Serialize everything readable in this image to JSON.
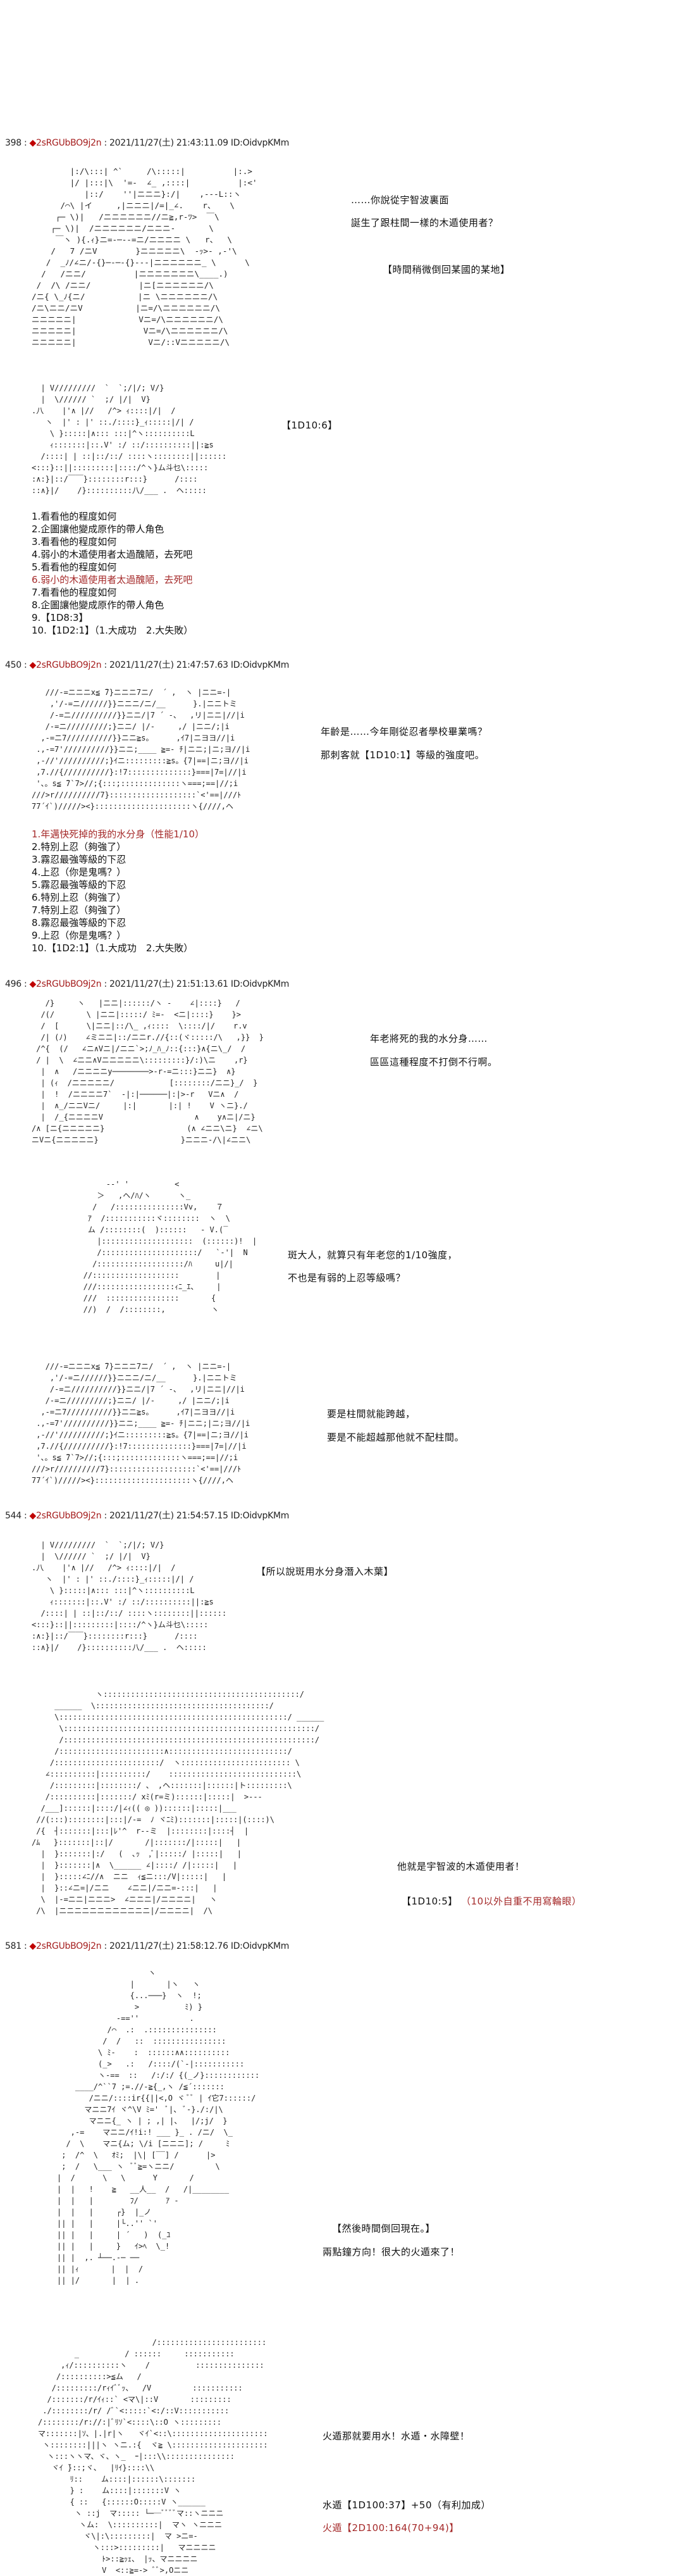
{
  "posts": [
    {
      "num": "398",
      "sep": " : ",
      "trip": "2sRGUbBO9j2n",
      "date": " : 2021/11/27(土) 21:43:11.09 ID:OidvpKMm"
    },
    {
      "num": "450",
      "sep": " : ",
      "trip": "2sRGUbBO9j2n",
      "date": " : 2021/11/27(土) 21:47:57.63 ID:OidvpKMm"
    },
    {
      "num": "496",
      "sep": " : ",
      "trip": "2sRGUbBO9j2n",
      "date": " : 2021/11/27(土) 21:51:13.61 ID:OidvpKMm"
    },
    {
      "num": "544",
      "sep": " : ",
      "trip": "2sRGUbBO9j2n",
      "date": " : 2021/11/27(土) 21:54:57.15 ID:OidvpKMm"
    },
    {
      "num": "581",
      "sep": " : ",
      "trip": "2sRGUbBO9j2n",
      "date": " : 2021/11/27(土) 21:58:12.76 ID:OidvpKMm"
    }
  ],
  "diamond": "◆",
  "dialogue": {
    "p398_1": "……你說從宇智波裏面",
    "p398_2": "誕生了跟柱間一樣的木遁使用者？",
    "p398_3": "【時間稍微倒回某國的某地】",
    "p398_roll": "【1D10:6】",
    "p450_1": "年齡是……今年剛從忍者學校畢業嗎？",
    "p450_2": "那刺客就【1D10:1】等級的強度吧。",
    "p496_1": "年老將死的我的水分身……",
    "p496_2": "區區這種程度不打倒不行啊。",
    "p496_3": "斑大人，就算只有年老您的1/10強度，",
    "p496_4": "不也是有弱的上忍等級嗎？",
    "p496_5": "要是柱間就能跨越，",
    "p496_6": "要是不能超越那他就不配柱間。",
    "p544_1": "【所以說斑用水分身潛入木葉】",
    "p544_2": "他就是宇智波的木遁使用者！",
    "p544_roll": "【1D10:5】",
    "p544_note": "（10以外自重不用寫輪眼）",
    "p581_1": "【然後時間倒回現在。】",
    "p581_2": "兩點鐘方向！很大的火遁來了！",
    "p581_3": "火遁那就要用水！水遁・水障壁！",
    "p581_4": "水遁【1D100:37】+50（有利加成）",
    "p581_5": "火遁【2D100:164(70+94)】"
  },
  "list398": [
    "1.看看他的程度如何",
    "2.企圖讓他變成原作的帶人角色",
    "3.看看他的程度如何",
    "4.弱小的木遁使用者太過醜陋，去死吧",
    "5.看看他的程度如何",
    "6.弱小的木遁使用者太過醜陋，去死吧",
    "7.看看他的程度如何",
    "8.企圖讓他變成原作的帶人角色",
    "9.【1D8:3】",
    "10.【1D2:1】（1.大成功　2.大失敗）"
  ],
  "list450": [
    "1.年邁快死掉的我的水分身（性能1/10）",
    "2.特別上忍（夠強了）",
    "3.霧忍最強等級的下忍",
    "4.上忍（你是鬼嗎？）",
    "5.霧忍最強等級的下忍",
    "6.特別上忍（夠強了）",
    "7.特別上忍（夠強了）",
    "8.霧忍最強等級的下忍",
    "9.上忍（你是鬼嗎？）",
    "10.【1D2:1】（1.大成功　2.大失敗）"
  ],
  "art": {
    "a1": "        |:/\\:::| ^`     /\\:::::|          |:.>\n        |/ |:::|\\  '=-  ∠_ ,::::|          |:<'\n           |::/    ''|ニニニ}:/|    ,---L::ヽ\n      /⌒\\ |イ     ,|ニニニ|/=|_∠.    r、   \\\n     ┌─ \\)|   /ニニニニニニ//ニ≧,r‐ﾂ>  ￣\\\n    ┌─ \\)|  /ニニニニニニ/ニニニ-       \\\n     ￣ヽ ){.ｨ}ニ=-─‐-=ニ/ニニニニ \\   r、  \\\n    /   7 /ニV        }ニニニニニ\\  -ｯ>- ,-'\\\n   /  _ﾉ/∠ニ/-{}─‐─-{}---|ニニニニニニ_ \\      \\\n  /   /ニニ/          |ニニニニニニニ\\____.)\n /  /\\ /ニニ/          |ニ[ニニニニニニ/\\\n/ニ{ \\_ﾉ{ニ/           |ニ \\ニニニニニニ/\\\n/ニ\\ニニ/ニV           |ニ=/\\ニニニニニニ/\\\nニニニニニ|             Vニ=/\\ニニニニニニ/\\\nニニニニニ|              Vニ=/\\ニニニニニニ/\\\nニニニニニ|               Vニ/::Vニニニニニ/\\",
    "a2": "  | V/////////  `  `;/|/; V/}\n  |  \\////// `  ;/ |/|  V}\n.八    |'∧ |//   /^> ｨ::::|/|  /\n   ヽ  |' : |' ::./::::}_ｨ:::::|/| /\n    \\ }:::::|∧::: :::|^ヽ::::::::::L\n    ｨ:::::::|::.V' :/ ::/::::::::::||:≧s\n  /::::| | ::|::/::/ ::::ヽ::::::::||::::::\n<:::}::||:::::::::|::::/^ヽ}ム斗乜\\:::::\n:∧:}|::/￣￣}::::::::r:::}      /::::\n::∧}|/    /}::::::::::八/___ .  ヘ:::::",
    "a3": "   ///-=ニニニx≦ ̄7}ニニニ7ニ/  ´ ,  ヽ |ニニ=-|\n    ,'/-=ニ//////}}ニニニ/ニ/__      }.|ニニトミ\n    /-=ニ//////////}}ニニ/|7 ´ -、  ,リ|ニニ|//|i\n   /-=ニ/////////;}ニニ/ |/-     ,/ |ニニ/;|i\n  ,-=ニ7//////////}}ニニ≧s。     ,ｲ7|ニヨヨ//|i\n .,-=7'//////////}}ニニ;____ ≧=- ﾁ|ニニ;|ニ;ヨ//|i\n ,-//'//////////;}ｲニ:::::::::≧s。{7|==|ニ;ヨ//|i\n ,7.//{//////////}:!7::::::::::::::}===|7=|//|i\n '、。s≦ ̄7`7>//;{:::;:::::::::::::ヽ===;==|//;i\n///>r//////////7}:::::::::::::::::::`<'==|///ﾄ\n77´ｲ`)/////><}:::::::::::::::::::::ヽ{////,ヘ",
    "a4": "   /}     ヽ   |ニニ|::::::/ヽ -    ∠|::::}   /\n  /(/       \\ |ニニ|:::::/ ﾐ=-  <ニ|::::}    }>\n  /  [      \\|ニニ|::/\\_ ,ｨ::::  \\::::/|/    r.v\n  /| (ﾉ)    ∠ミニニ|::/ニニr.//{::(ヾ:::::/\\   ,}}  }\n /^{  (/   ∠ニ∧Vニ|/ニニ`>;ﾉ_ﾊ_ﾉ::{:::}∧{ニ\\_/  /\n / |  \\  ∠ニニ∧Vニニニニニ\\:::::::::}/:)\\ニ    ,r}\n  |  ∧   /ニニニニy────────>-r-=ニ:::}ニニ}  ∧}\n  | (ｨ  /ニニニニニ/            [::::::::/ニニ}_/  }\n  |  !  /ニニニニ7`  -|:|──────|:|>-r   Vニ∧  /\n  |  ∧_/ニニVニ/     |:|       |:| !    V ヽニ}./\n  |  /_{ニニニニV                    ∧    y∧ニ|/ニ}\n/∧ [ニ{ニニニニニ}                  (∧ ∠ニニ\\ニ}  ∠ニ\\\nニVニ{ニニニニニ}                  }ニニニ-/\\|∠ニニ\\",
    "a5": "        -‐' '          <\n      ＞   ,ヘ/ﾊ/ヽ      ヽ_\n     /   /:::::::::::::::Vv,    ７\n    ｱ  /:::::::::::ヾ::::::::  ヽ  \\\n    ム /::::::::(  )::::::   ‐ V.(‾\n      |::::::::::::::::::::  (::::::)!  |\n      /:::::::::::::::::::::/   `-'|  N\n     /:::::::::::::::::::/ﾊ     u|/|\n   //:::::::::::::::::::        |\n   ///:::::::::::::::::ｨﾆ_ｴ、    |\n   ///  ::::::::::::::::       {\n   //)  /  /::::::::,          ヽ",
    "a6": "   ///-=ニニニx≦ ̄7}ニニニ7ニ/  ´ ,  ヽ |ニニ=-|\n    ,'/-=ニ//////}}ニニニ/ニ/__      }.|ニニトミ\n    /-=ニ//////////}}ニニ/|7 ´ -、  ,リ|ニニ|//|i\n   /-=ニ/////////;}ニニ/ |/-     ,/ |ニニ/;|i\n  ,-=ニ7//////////}}ニニ≧s。     ,ｲ7|ニヨヨ//|i\n .,-=7'//////////}}ニニ;____ ≧=- ﾁ|ニニ;|ニ;ヨ//|i\n ,-//'//////////;}ｲニ:::::::::≧s。{7|==|ニ;ヨ//|i\n ,7.//{//////////}:!7::::::::::::::}===|7=|//|i\n '、。s≦ ̄7`7>//;{:::;:::::::::::::ヽ===;==|//;i\n///>r//////////7}:::::::::::::::::::`<'==|///ﾄ\n77´ｲ`)/////><}:::::::::::::::::::::ヽ{////,ヘ",
    "a7": "  | V/////////  `  `;/|/; V/}\n  |  \\////// `  ;/ |/|  V}\n.八    |'∧ |//   /^> ｨ::::|/|  /\n   ヽ  |' : |' ::./::::}_ｨ:::::|/| /\n    \\ }:::::|∧::: :::|^ヽ::::::::::L\n    ｨ:::::::|::.V' :/ ::/::::::::::||:≧s\n  /::::| | ::|::/::/ ::::ヽ::::::::||::::::\n<:::}::||:::::::::|::::/^ヽ}ム斗乜\\:::::\n:∧:}|::/￣￣}::::::::r:::}      /::::\n::∧}|/    /}::::::::::八/___ .  ヘ:::::",
    "a8": "              ヽ:::::::::::::::::::::::::::::::::::::::::::/\n     ______  \\::::::::::::::::::::::::::::::::::::::/\n     \\::::::::::::::::::::::::::::::::::::::::::::::::::/ ______\n      \\:::::::::::::::::::::::::::::::::::::::::::::::::::::::/\n      /:::::::::::::::::::::::::::::::::::::::::::::::::::::::/\n     /:::::::::::::::::::::::∧::::::::::::::::::::::::::/\n    /:::::::::::::::::::::::/  ヽ:::::::::::::::::::::::: \\\n   ∠::::::::::|::::::::::/    ::::::::::::::::::::::::::::\\\n    /:::::::::|::::::::/ 、 ,ヘ:::::::|::::::|ト:::::::::\\\n   /::::::::::|:::::::/ xﾐ(r=ミ)::::::|:::::|  >---\n  /___]::::::|::::/|∠ｨ(( ◎ ))::::::|:::::|___\n //(:::)::::::::|:::|/-=  ﾉ ヾﾆﾐ):::::::|:::::|(::::)\\\n /{  ┤:::::::|:::|ﾚ'^  r--ミ  |::::::::|::::┤  |\n/ﾑ   }:::::::|::|/       /|:::::::/|:::::|   |\n  |  }:::::::|:/   (  ､ｯ  ,ﾞ|:::::/ |:::::|   |\n  |  }:::::::|∧  \\______ ∠|::::/ /|:::::|   |\n  |  }:::::∠ﾆ//∧  ニニ  ｨ≦ニ:::/V|:::::|   |\n  |  }::∠ニ=|/ニニ    ∠ニニ|/ニニ=-:::|   |\n  \\  |-=ニニ|ニニニ>  ∠ニニニ|/ニニニニ|   ヽ\n /\\  |ニニニニニニニニニニニニ|/ニニニニ|  /\\",
    "a9": "                    ヽ\n                |       |ヽ   ヽ\n                {...───}  ヽ  !;\n                 >          ﾐ) }\n             -==''           .\n           /⌒  .:  .:::::::::::::::\n          /  /   ::  ::::::::::::::::\n         \\ ﾐ-    :  ::::::∧∧::::::::::\n         (_>   .:   /::::/(`-|:::::::::::\n         ヽ-==  ::   /:/:/ {(_ノ}::::::::::::\n    ____/^``7 ;=.//-≧{_,ヽ /≦´:::::::\n       /ニニ/::::ir{{||<,O ヾ ﾞﾞ | ｲ它7::::::/\n      マニニ7ｲ ヾ^\\V ﾐ='  ﾞ|、 ﾞ-}./:/|\\\n       マニニ{_ ヽ | ; ,| |、  |/;j/  }\n   ,-=    マニニ/ｲ!i:! ___ }_ . /ニ/  \\_\n  /  \\    マニ{ム; \\/i [ニニニ]; /     ﾐ\n ;  /^  \\   ｵﾐ;  |\\| [‾‾] /      |>\n ;  /   \\___ ヽ  ﾞﾞ≧=ヽニニ/         \\\n|  /      \\   \\      Y       /\n|  |   !    ≧   __人__  /   /|________\n|  |   |        ﾌ/      ｱ ‐\n|  |   |     ┌}  |_ノ\n|| |   |     |└..'' `'\n|| |   |     | ´   )  (_ﾕ\n|| |   |     }   ｲ>ﾍ  \\_!\n|| |  ,. ┴──.-─ ──\n|| |ｨ       |  |  /\n|| |/       |  | .",
    "a10": "                         /::::::::::::::::::::::::\n        _          / ::::::     :::::::::::\n     ,ｨ/::::::::::ヽ    /          :::::::::::::::\n    /::::::::::>≦ム   /\n   /:::::::::/rｨｲﾞﾞｯ、  /V         :::::::::::\n  /:::::::/r/ｲｨ::` <マ\\|::V       :::::::::\n ./::::::::/r/ /ﾞ`<:::::`<:/::V:::::::::::\n/::::::::/r://:|ﾞﾘｿ`<::::\\::O ヽ:::::::::\nマ:::::::|ｿ、|.|r|ヽ   ヾｲ`<::\\:::::::::::::::::::::\n ヽ::::::::|||ヽ ヽニ.:{  ヾ≧ \\:::::::::::::::::::::\n  ヽ:::ヽヽマ、ヾ、ヽ_  ｰ|:::\\\\:::::::::::::::\n   ヾｲ ̄}::;ヾ、  |ﾘｲ}::::\\\\\n       ﾘ::    ム::::|::::::\\:::::::\n       } :    ム::::|:::::::V ヽ\n       { ::   {::::::O:::::V ヽ______\n        ヽ ::j  マ::::: └──ﾞﾞﾞﾞマ::ヽニニニ\n         ヽム:  \\::::::::::|  マヽ ヽニニニ\n          ヾ\\|:\\:::::::::|  マ >ニ=-\n            ヽ:::>:::::::::|   マニニニニ\n              ﾄ>::≧ｯｪ、 |ｯ、マニニニニ\n              V  <::≧=-> ﾞﾞ>,Oニニ"
  }
}
